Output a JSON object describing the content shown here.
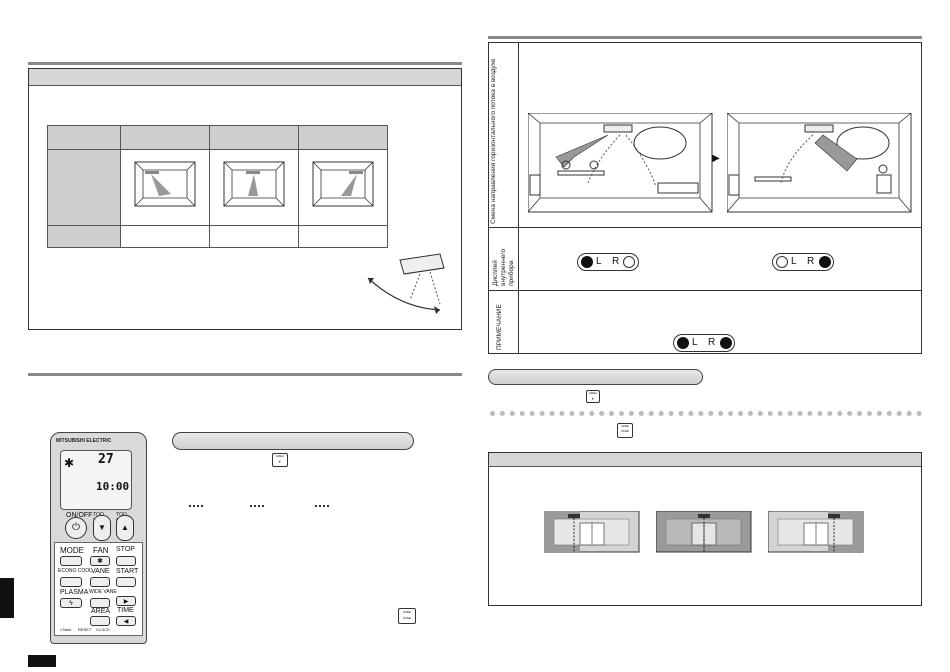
{
  "remote": {
    "brand": "MITSUBISHI ELECTRIC",
    "display_temp": "27",
    "display_time": "10:00",
    "btn_onoff": "ON/OFF",
    "btn_too_warm": "TOO WARM",
    "btn_too_cool": "TOO COOL",
    "btn_mode": "MODE",
    "btn_fan": "FAN",
    "btn_stop": "STOP",
    "btn_econo": "ECONO COOL",
    "btn_vane": "VANE",
    "btn_start": "START",
    "btn_plasma": "PLASMA",
    "btn_wide_vane": "WIDE VANE",
    "btn_time": "TIME",
    "btn_area": "AREA",
    "btn_i_save": "i-Save",
    "btn_reset": "RESET",
    "btn_clock": "CLOCK"
  },
  "right_panel": {
    "row1_label": "Смена направления горизонтального потока в воздухе",
    "row2_label": "Дисплей внутреннего прибора",
    "row3_label": "ПРИМЕЧАНИЕ",
    "ind_left": "L",
    "ind_right": "R"
  },
  "area_icon_label": "AREA",
  "wide_vane_icon_label": "WIDE VANE",
  "colors": {
    "rule": "#8a8a8a",
    "bar": "#d6d6d6",
    "pill": "#d8d8d8"
  }
}
